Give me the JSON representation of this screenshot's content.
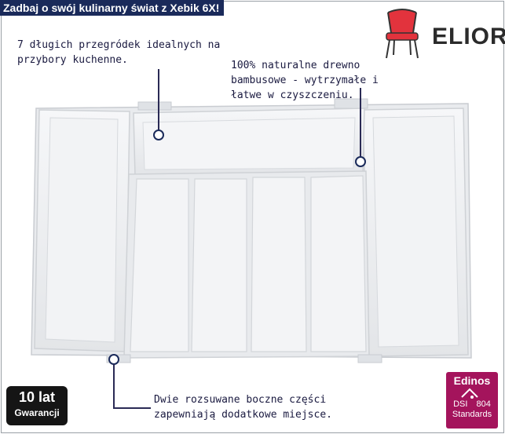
{
  "header": {
    "title": "Zadbaj o swój kulinarny świat z Xebik 6X!"
  },
  "brand": {
    "name": "ELIOR",
    "chair_color": "#e2333d"
  },
  "callouts": {
    "dividers": "7 długich przegródek idealnych na\nprzybory kuchenne.",
    "material": "100% naturalne drewno\nbambusowe - wytrzymałe i\nłatwe w czyszczeniu.",
    "sides": "Dwie rozsuwane boczne części\nzapewniają dodatkowe miejsce."
  },
  "warranty": {
    "years": "10 lat",
    "label": "Gwarancji"
  },
  "certificate": {
    "name": "Edinos",
    "code_left": "DSI",
    "code_right": "804",
    "label": "Standards"
  },
  "colors": {
    "accent": "#1a2a5a",
    "badge": "#a4145c",
    "organizer": "#eeeff1"
  }
}
